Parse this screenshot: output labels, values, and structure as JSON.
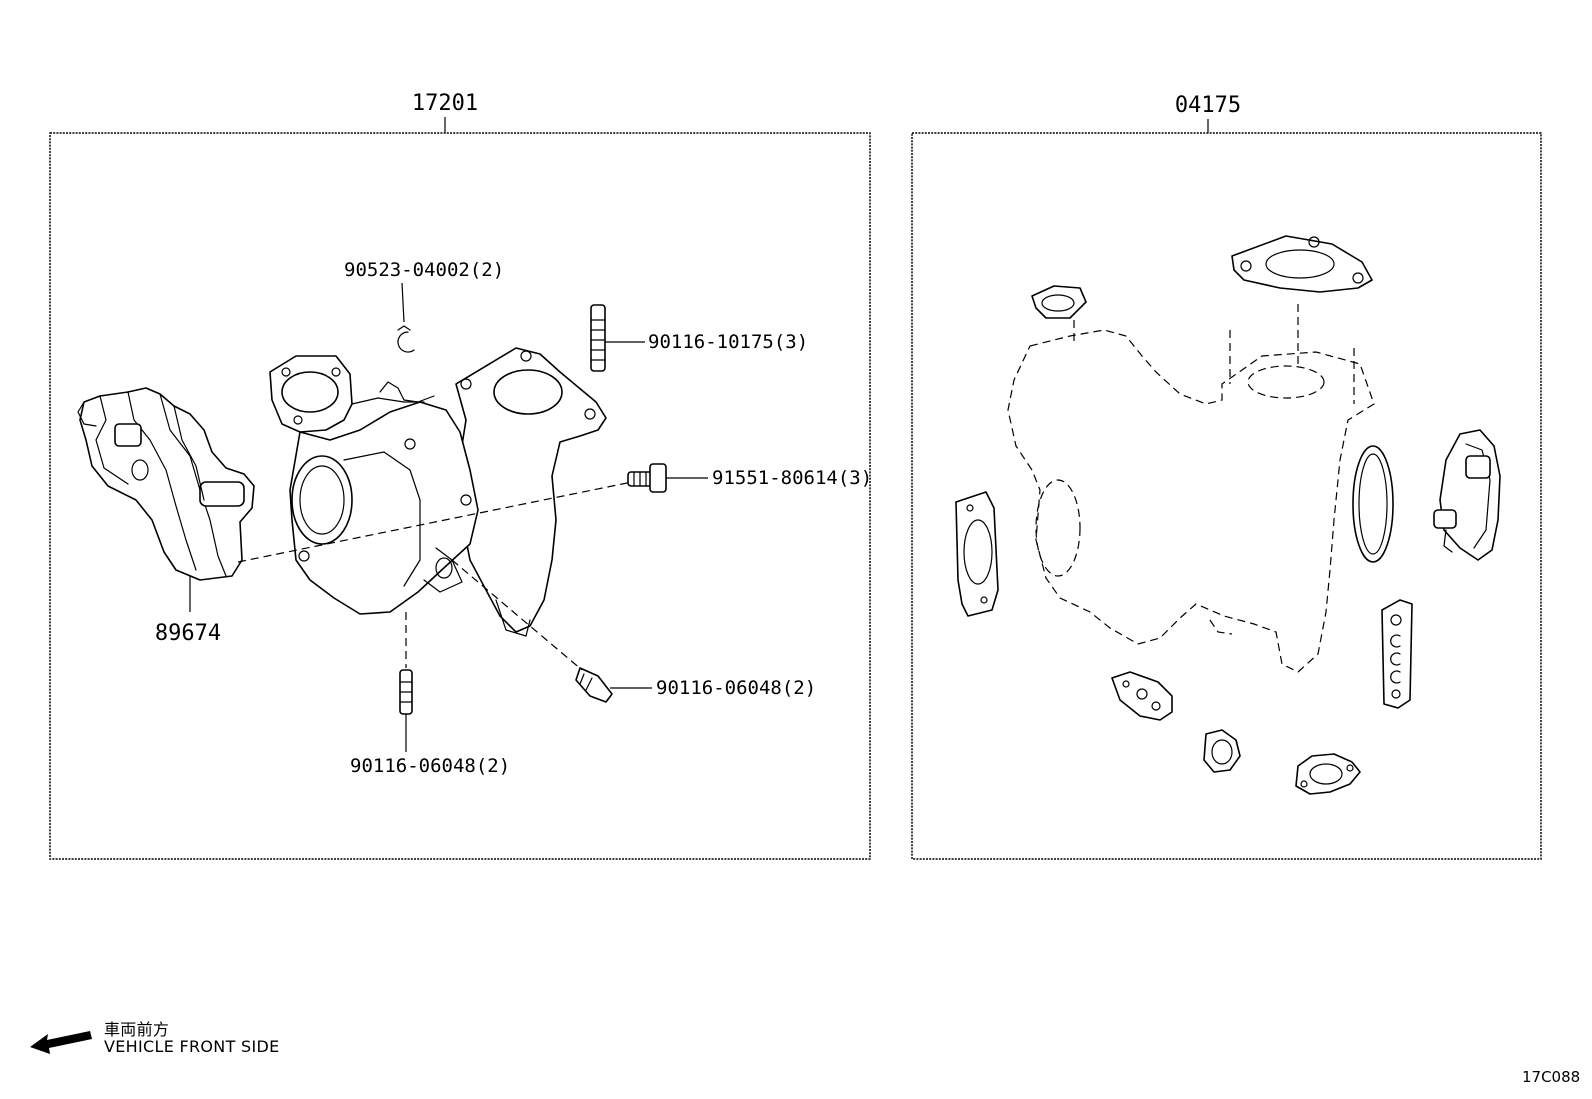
{
  "assemblies": [
    {
      "part_number": "17201"
    },
    {
      "part_number": "04175"
    }
  ],
  "callouts": {
    "ring": "90523-04002(2)",
    "stud_top": "90116-10175(3)",
    "bolt": "91551-80614(3)",
    "actuator": "89674",
    "stud_right": "90116-06048(2)",
    "stud_bottom": "90116-06048(2)"
  },
  "legend": {
    "label_jp": "車両前方",
    "label_en": "VEHICLE FRONT SIDE"
  },
  "drawing_code": "17C088"
}
